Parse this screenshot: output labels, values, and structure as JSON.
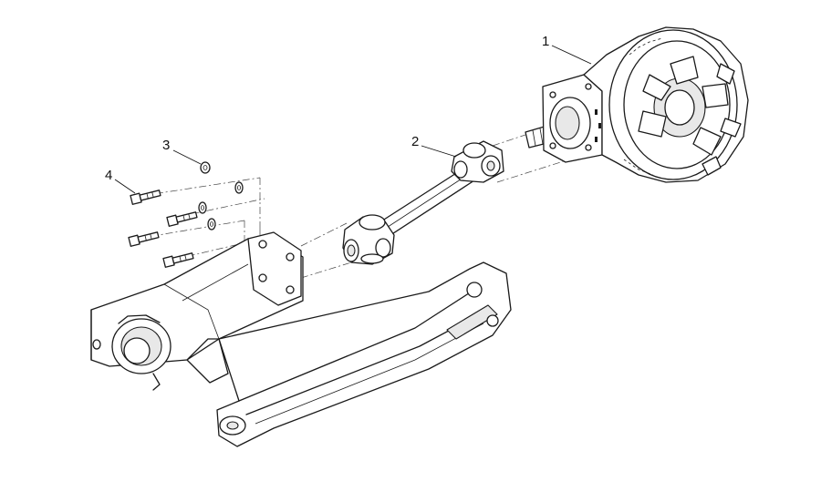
{
  "callouts": [
    {
      "label": "1"
    },
    {
      "label": "2"
    },
    {
      "label": "3"
    },
    {
      "label": "4"
    }
  ],
  "colors": {
    "ink": "#1a1a1a",
    "background": "#ffffff"
  }
}
